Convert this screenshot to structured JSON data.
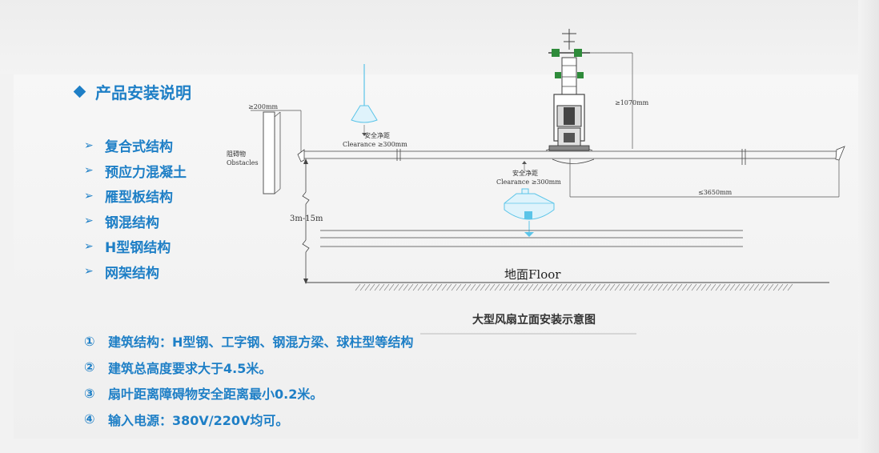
{
  "heading": {
    "title": "产品安装说明"
  },
  "structure_types": [
    {
      "label": "复合式结构"
    },
    {
      "label": "预应力混凝土"
    },
    {
      "label": "雁型板结构"
    },
    {
      "label": "钢混结构"
    },
    {
      "label": "H型钢结构"
    },
    {
      "label": "网架结构"
    }
  ],
  "diagram": {
    "caption": "大型风扇立面安装示意图",
    "obstacle_dim": "≥200mm",
    "obstacle_label_cn": "阻碍物",
    "obstacle_label_en": "Obstacles",
    "clearance_top_cn": "安全净距",
    "clearance_top_en": "Clearance  ≥300mm",
    "clearance_bottom_cn": "安全净距",
    "clearance_bottom_en": "Clearance  ≥300mm",
    "height_range": "3m-15m",
    "mount_height": "≥1070mm",
    "blade_radius": "≤3650mm",
    "floor_label": "地面Floor"
  },
  "notes": [
    {
      "num": "①",
      "text": "建筑结构：H型钢、工字钢、钢混方梁、球柱型等结构"
    },
    {
      "num": "②",
      "text": "建筑总高度要求大于4.5米。"
    },
    {
      "num": "③",
      "text": "扇叶距离障碍物安全距离最小0.2米。"
    },
    {
      "num": "④",
      "text": "输入电源：380V/220V均可。"
    }
  ],
  "colors": {
    "accent": "#1e7fc6",
    "lamp": "#5bc4e8",
    "fan_green": "#2e8b3a"
  }
}
